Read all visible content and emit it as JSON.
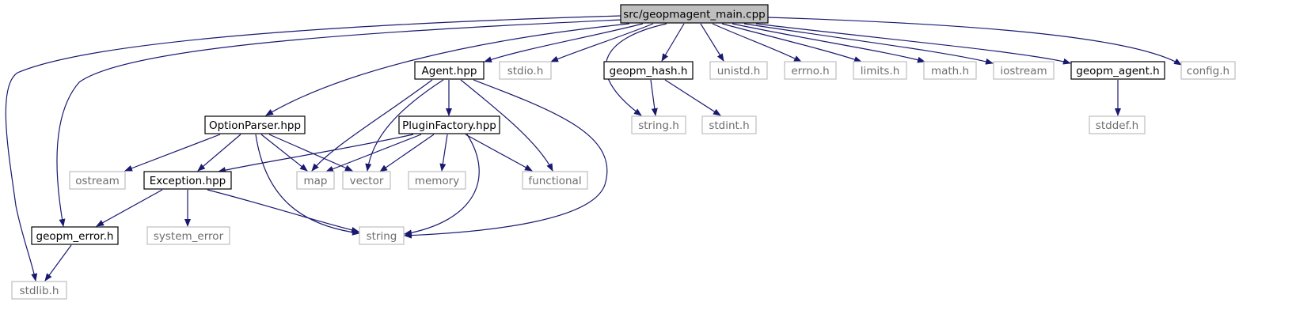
{
  "graph": {
    "root": "src/geopmagent_main.cpp",
    "colors": {
      "edge": "#191970",
      "root_fill": "#bfbfbf",
      "internal_border": "#000000",
      "external_border": "#bfbfbf",
      "external_text": "#6e6e6e"
    },
    "nodes": [
      {
        "id": "main",
        "label": "src/geopmagent_main.cpp",
        "kind": "root"
      },
      {
        "id": "agent_hpp",
        "label": "Agent.hpp",
        "kind": "internal"
      },
      {
        "id": "stdio_h",
        "label": "stdio.h",
        "kind": "external"
      },
      {
        "id": "geopm_hash_h",
        "label": "geopm_hash.h",
        "kind": "internal"
      },
      {
        "id": "unistd_h",
        "label": "unistd.h",
        "kind": "external"
      },
      {
        "id": "errno_h",
        "label": "errno.h",
        "kind": "external"
      },
      {
        "id": "limits_h",
        "label": "limits.h",
        "kind": "external"
      },
      {
        "id": "math_h",
        "label": "math.h",
        "kind": "external"
      },
      {
        "id": "iostream",
        "label": "iostream",
        "kind": "external"
      },
      {
        "id": "geopm_agent_h",
        "label": "geopm_agent.h",
        "kind": "internal"
      },
      {
        "id": "config_h",
        "label": "config.h",
        "kind": "external"
      },
      {
        "id": "optionparser_hpp",
        "label": "OptionParser.hpp",
        "kind": "internal"
      },
      {
        "id": "pluginfactory_hpp",
        "label": "PluginFactory.hpp",
        "kind": "internal"
      },
      {
        "id": "string_h",
        "label": "string.h",
        "kind": "external"
      },
      {
        "id": "stdint_h",
        "label": "stdint.h",
        "kind": "external"
      },
      {
        "id": "stddef_h",
        "label": "stddef.h",
        "kind": "external"
      },
      {
        "id": "ostream",
        "label": "ostream",
        "kind": "external"
      },
      {
        "id": "exception_hpp",
        "label": "Exception.hpp",
        "kind": "internal"
      },
      {
        "id": "map",
        "label": "map",
        "kind": "external"
      },
      {
        "id": "vector",
        "label": "vector",
        "kind": "external"
      },
      {
        "id": "memory",
        "label": "memory",
        "kind": "external"
      },
      {
        "id": "functional",
        "label": "functional",
        "kind": "external"
      },
      {
        "id": "geopm_error_h",
        "label": "geopm_error.h",
        "kind": "internal"
      },
      {
        "id": "system_error",
        "label": "system_error",
        "kind": "external"
      },
      {
        "id": "string",
        "label": "string",
        "kind": "external"
      },
      {
        "id": "stdlib_h",
        "label": "stdlib.h",
        "kind": "external"
      }
    ],
    "edges": [
      [
        "main",
        "agent_hpp"
      ],
      [
        "main",
        "stdio_h"
      ],
      [
        "main",
        "geopm_hash_h"
      ],
      [
        "main",
        "unistd_h"
      ],
      [
        "main",
        "errno_h"
      ],
      [
        "main",
        "limits_h"
      ],
      [
        "main",
        "math_h"
      ],
      [
        "main",
        "iostream"
      ],
      [
        "main",
        "geopm_agent_h"
      ],
      [
        "main",
        "config_h"
      ],
      [
        "main",
        "optionparser_hpp"
      ],
      [
        "main",
        "string_h"
      ],
      [
        "main",
        "geopm_error_h"
      ],
      [
        "main",
        "stdlib_h"
      ],
      [
        "agent_hpp",
        "pluginfactory_hpp"
      ],
      [
        "agent_hpp",
        "map"
      ],
      [
        "agent_hpp",
        "vector"
      ],
      [
        "agent_hpp",
        "functional"
      ],
      [
        "agent_hpp",
        "string"
      ],
      [
        "geopm_hash_h",
        "string_h"
      ],
      [
        "geopm_hash_h",
        "stdint_h"
      ],
      [
        "geopm_agent_h",
        "stddef_h"
      ],
      [
        "optionparser_hpp",
        "ostream"
      ],
      [
        "optionparser_hpp",
        "exception_hpp"
      ],
      [
        "optionparser_hpp",
        "map"
      ],
      [
        "optionparser_hpp",
        "vector"
      ],
      [
        "optionparser_hpp",
        "string"
      ],
      [
        "pluginfactory_hpp",
        "exception_hpp"
      ],
      [
        "pluginfactory_hpp",
        "map"
      ],
      [
        "pluginfactory_hpp",
        "vector"
      ],
      [
        "pluginfactory_hpp",
        "memory"
      ],
      [
        "pluginfactory_hpp",
        "functional"
      ],
      [
        "pluginfactory_hpp",
        "string"
      ],
      [
        "exception_hpp",
        "geopm_error_h"
      ],
      [
        "exception_hpp",
        "system_error"
      ],
      [
        "exception_hpp",
        "string"
      ],
      [
        "geopm_error_h",
        "stdlib_h"
      ]
    ]
  }
}
